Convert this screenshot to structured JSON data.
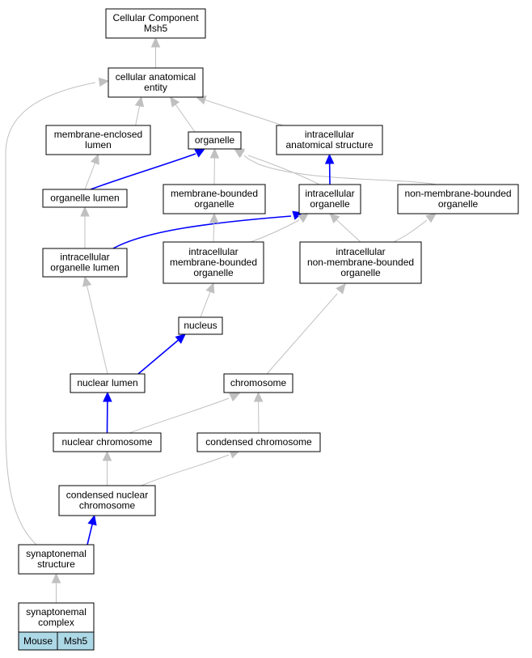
{
  "nodes": [
    {
      "id": "cellular_component",
      "lines": [
        "Cellular Component",
        "Msh5"
      ]
    },
    {
      "id": "cellular_anatomical_entity",
      "lines": [
        "cellular anatomical",
        "entity"
      ]
    },
    {
      "id": "membrane_enclosed_lumen",
      "lines": [
        "membrane-enclosed",
        "lumen"
      ]
    },
    {
      "id": "organelle",
      "lines": [
        "organelle"
      ]
    },
    {
      "id": "intracellular_anatomical_structure",
      "lines": [
        "intracellular",
        "anatomical structure"
      ]
    },
    {
      "id": "organelle_lumen",
      "lines": [
        "organelle lumen"
      ]
    },
    {
      "id": "membrane_bounded_organelle",
      "lines": [
        "membrane-bounded",
        "organelle"
      ]
    },
    {
      "id": "intracellular_organelle",
      "lines": [
        "intracellular",
        "organelle"
      ]
    },
    {
      "id": "non_membrane_bounded_organelle",
      "lines": [
        "non-membrane-bounded",
        "organelle"
      ]
    },
    {
      "id": "intracellular_organelle_lumen",
      "lines": [
        "intracellular",
        "organelle lumen"
      ]
    },
    {
      "id": "intracellular_membrane_bounded_organelle",
      "lines": [
        "intracellular",
        "membrane-bounded",
        "organelle"
      ]
    },
    {
      "id": "intracellular_non_membrane_bounded_organelle",
      "lines": [
        "intracellular",
        "non-membrane-bounded",
        "organelle"
      ]
    },
    {
      "id": "nucleus",
      "lines": [
        "nucleus"
      ]
    },
    {
      "id": "nuclear_lumen",
      "lines": [
        "nuclear lumen"
      ]
    },
    {
      "id": "chromosome",
      "lines": [
        "chromosome"
      ]
    },
    {
      "id": "nuclear_chromosome",
      "lines": [
        "nuclear chromosome"
      ]
    },
    {
      "id": "condensed_chromosome",
      "lines": [
        "condensed chromosome"
      ]
    },
    {
      "id": "condensed_nuclear_chromosome",
      "lines": [
        "condensed nuclear",
        "chromosome"
      ]
    },
    {
      "id": "synaptonemal_structure",
      "lines": [
        "synaptonemal",
        "structure"
      ]
    },
    {
      "id": "synaptonemal_complex",
      "lines": [
        "synaptonemal",
        "complex"
      ],
      "annotations": [
        "Mouse",
        "Msh5"
      ]
    }
  ],
  "edges": [
    {
      "from": "cellular_anatomical_entity",
      "to": "cellular_component",
      "color": "grey"
    },
    {
      "from": "membrane_enclosed_lumen",
      "to": "cellular_anatomical_entity",
      "color": "grey"
    },
    {
      "from": "organelle",
      "to": "cellular_anatomical_entity",
      "color": "grey"
    },
    {
      "from": "intracellular_anatomical_structure",
      "to": "cellular_anatomical_entity",
      "color": "grey"
    },
    {
      "from": "synaptonemal_structure",
      "to": "cellular_anatomical_entity",
      "color": "grey"
    },
    {
      "from": "organelle_lumen",
      "to": "membrane_enclosed_lumen",
      "color": "grey"
    },
    {
      "from": "organelle_lumen",
      "to": "organelle",
      "color": "blue"
    },
    {
      "from": "membrane_bounded_organelle",
      "to": "organelle",
      "color": "grey"
    },
    {
      "from": "intracellular_organelle",
      "to": "organelle",
      "color": "grey"
    },
    {
      "from": "non_membrane_bounded_organelle",
      "to": "organelle",
      "color": "grey"
    },
    {
      "from": "intracellular_organelle",
      "to": "intracellular_anatomical_structure",
      "color": "blue"
    },
    {
      "from": "intracellular_organelle_lumen",
      "to": "organelle_lumen",
      "color": "grey"
    },
    {
      "from": "intracellular_organelle_lumen",
      "to": "intracellular_organelle",
      "color": "blue"
    },
    {
      "from": "intracellular_membrane_bounded_organelle",
      "to": "membrane_bounded_organelle",
      "color": "grey"
    },
    {
      "from": "intracellular_membrane_bounded_organelle",
      "to": "intracellular_organelle",
      "color": "grey"
    },
    {
      "from": "intracellular_non_membrane_bounded_organelle",
      "to": "intracellular_organelle",
      "color": "grey"
    },
    {
      "from": "intracellular_non_membrane_bounded_organelle",
      "to": "non_membrane_bounded_organelle",
      "color": "grey"
    },
    {
      "from": "nucleus",
      "to": "intracellular_membrane_bounded_organelle",
      "color": "grey"
    },
    {
      "from": "nuclear_lumen",
      "to": "intracellular_organelle_lumen",
      "color": "grey"
    },
    {
      "from": "nuclear_lumen",
      "to": "nucleus",
      "color": "blue"
    },
    {
      "from": "chromosome",
      "to": "intracellular_non_membrane_bounded_organelle",
      "color": "grey"
    },
    {
      "from": "nuclear_chromosome",
      "to": "nuclear_lumen",
      "color": "blue"
    },
    {
      "from": "nuclear_chromosome",
      "to": "chromosome",
      "color": "grey"
    },
    {
      "from": "condensed_chromosome",
      "to": "chromosome",
      "color": "grey"
    },
    {
      "from": "condensed_nuclear_chromosome",
      "to": "nuclear_chromosome",
      "color": "grey"
    },
    {
      "from": "condensed_nuclear_chromosome",
      "to": "condensed_chromosome",
      "color": "grey"
    },
    {
      "from": "synaptonemal_structure",
      "to": "condensed_nuclear_chromosome",
      "color": "blue"
    },
    {
      "from": "synaptonemal_complex",
      "to": "synaptonemal_structure",
      "color": "grey"
    }
  ],
  "colors": {
    "grey_edge": "#c0c0c0",
    "blue_edge": "#0000ff",
    "annotation_fill": "#add8e6"
  }
}
